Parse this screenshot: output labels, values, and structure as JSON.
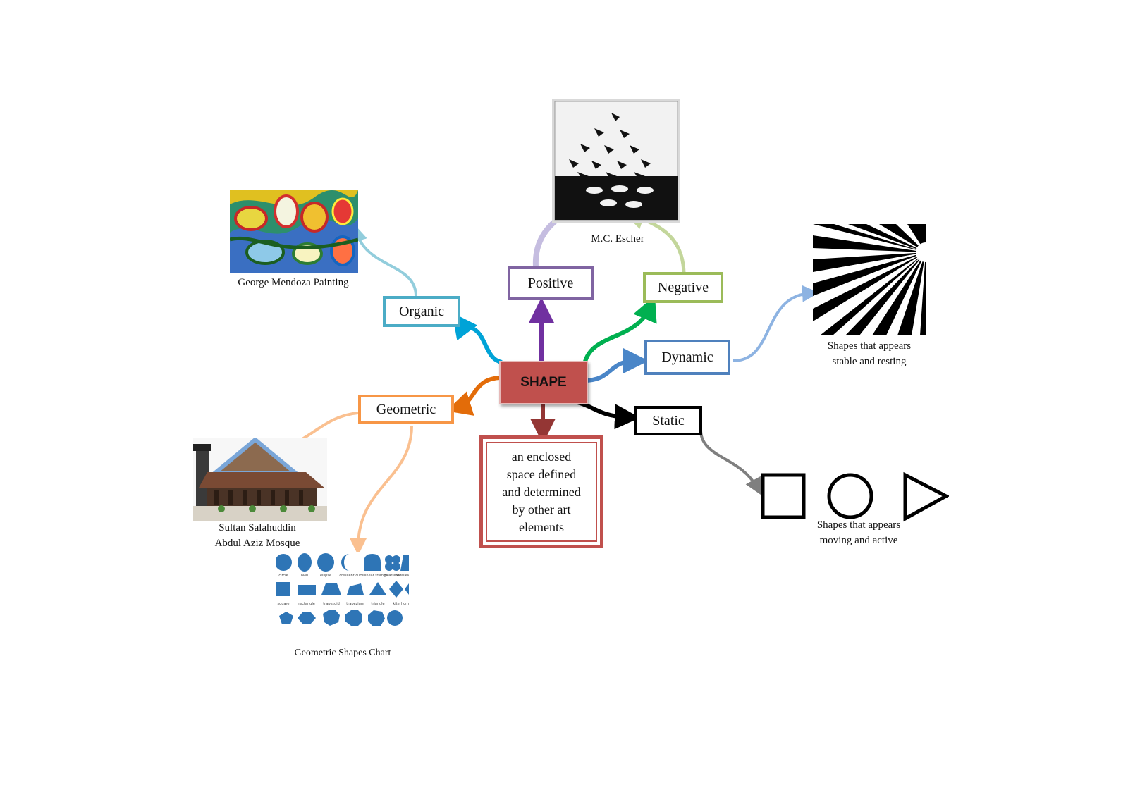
{
  "center": {
    "label": "SHAPE"
  },
  "nodes": {
    "organic": "Organic",
    "positive": "Positive",
    "negative": "Negative",
    "dynamic": "Dynamic",
    "static": "Static",
    "geometric": "Geometric"
  },
  "definition": [
    "an enclosed",
    "space defined",
    "and determined",
    "by other art",
    "elements"
  ],
  "captions": {
    "mendoza": "George Mendoza Painting",
    "escher": "M.C. Escher",
    "dynamic": [
      "Shapes that appears",
      "stable and resting"
    ],
    "static": [
      "Shapes that appears",
      "moving and active"
    ],
    "mosque": [
      "Sultan Salahuddin",
      "Abdul Aziz Mosque"
    ],
    "chart": "Geometric Shapes Chart"
  },
  "shapes_chart_labels": {
    "row1": [
      "circle",
      "oval",
      "ellipse",
      "crescent",
      "curvilinear triangle",
      "quatrefoil",
      "parallelogram"
    ],
    "row2": [
      "square",
      "rectangle",
      "trapezoid",
      "trapezium",
      "triangle",
      "kite",
      "rhombus"
    ]
  },
  "colors": {
    "center_fill": "#c0504d",
    "center_text": "#111111",
    "organic": "#4bacc6",
    "positive": "#8064a2",
    "negative": "#9bbb59",
    "dynamic": "#4f81bd",
    "static": "#000000",
    "geometric": "#f79646",
    "definition": "#c0504d"
  }
}
